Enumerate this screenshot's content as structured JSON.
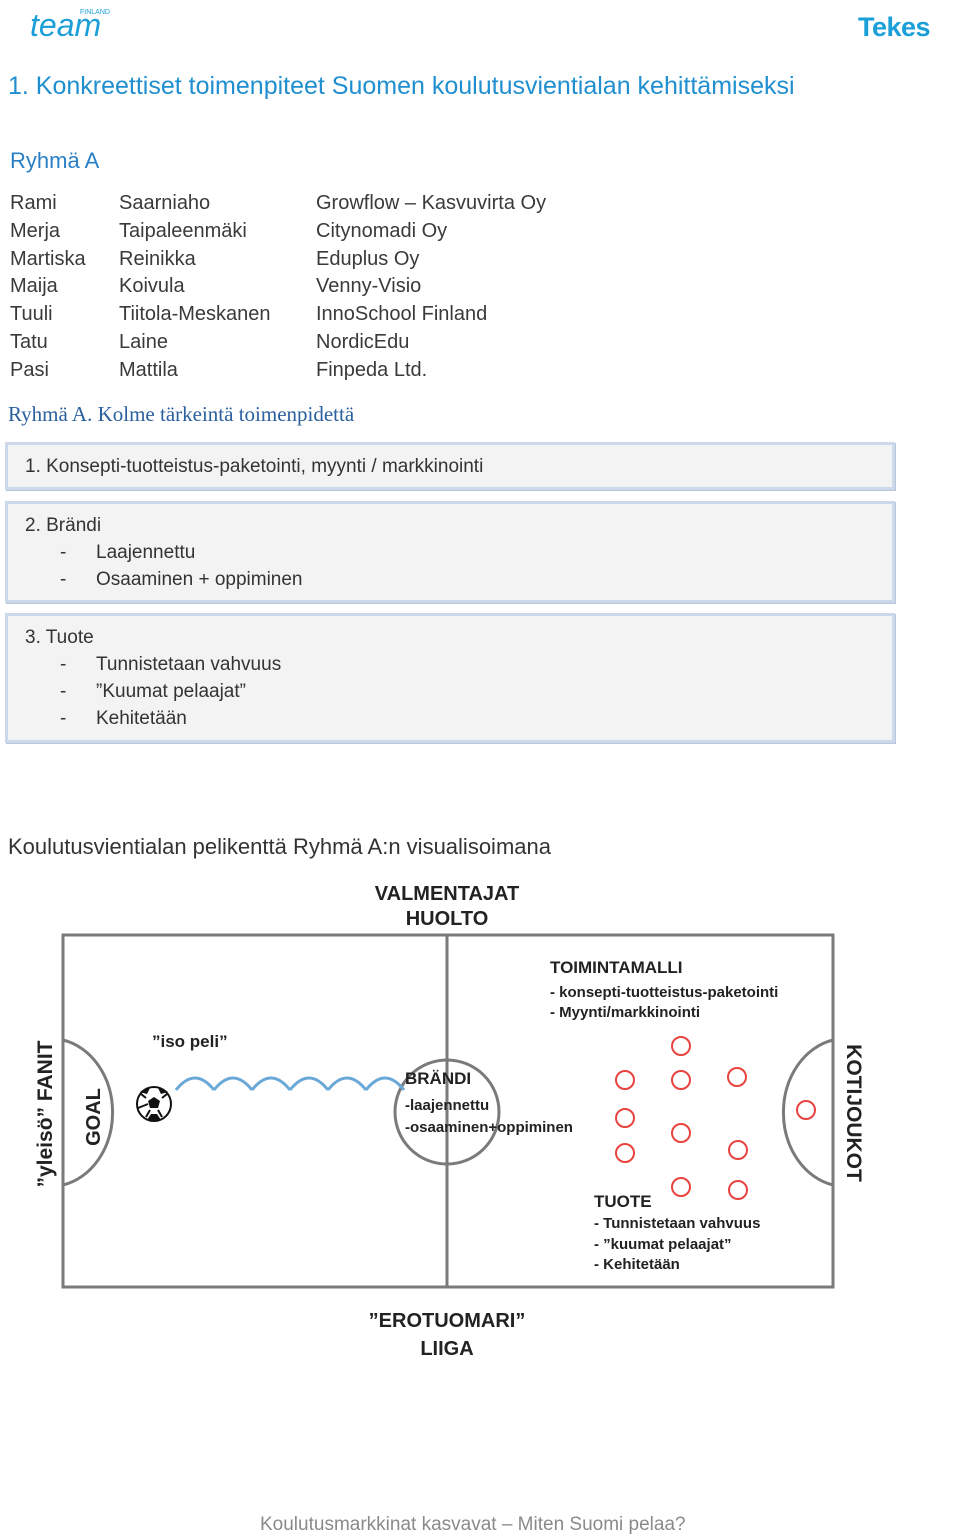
{
  "header": {
    "logo_team": {
      "script": "team",
      "caption": "FINLAND"
    },
    "logo_tekes": "Tekes"
  },
  "title": "1. Konkreettiset toimenpiteet Suomen koulutusvientialan kehittämiseksi",
  "group_heading": "Ryhmä A",
  "members": [
    {
      "first": "Rami",
      "last": "Saarniaho",
      "org": "Growflow – Kasvuvirta Oy"
    },
    {
      "first": "Merja",
      "last": "Taipaleenmäki",
      "org": "Citynomadi Oy"
    },
    {
      "first": "Martiska",
      "last": "Reinikka",
      "org": "Eduplus Oy"
    },
    {
      "first": "Maija",
      "last": "Koivula",
      "org": "Venny-Visio"
    },
    {
      "first": "Tuuli",
      "last": "Tiitola-Meskanen",
      "org": "InnoSchool Finland"
    },
    {
      "first": "Tatu",
      "last": "Laine",
      "org": "NordicEdu"
    },
    {
      "first": "Pasi",
      "last": "Mattila",
      "org": "Finpeda Ltd."
    }
  ],
  "priorities_heading": "Ryhmä A. Kolme tärkeintä toimenpidettä",
  "priorities": [
    {
      "title": "1. Konsepti-tuotteistus-paketointi, myynti / markkinointi",
      "items": []
    },
    {
      "title": "2. Brändi",
      "items": [
        "Laajennettu",
        "Osaaminen + oppiminen"
      ]
    },
    {
      "title": "3. Tuote",
      "items": [
        "Tunnistetaan vahvuus",
        "”Kuumat pelaajat”",
        "Kehitetään"
      ]
    }
  ],
  "bullet": "-",
  "field_heading": "Koulutusvientialan pelikenttä Ryhmä A:n visualisoimana",
  "field": {
    "top_label": [
      "VALMENTAJAT",
      "HUOLTO"
    ],
    "bottom_label": [
      "”EROTUOMARI”",
      "LIIGA"
    ],
    "left_side_label": "”yleisö” FANIT",
    "right_side_label": "KOTIJOUKOT",
    "goal_label": "GOAL",
    "iso_peli": "”iso peli”",
    "brandi": [
      "BRÄNDI",
      "-laajennettu",
      "-osaaminen+oppiminen"
    ],
    "toimintamalli": [
      "TOIMINTAMALLI",
      "- konsepti-tuotteistus-paketointi",
      "- Myynti/markkinointi"
    ],
    "tuote": [
      "TUOTE",
      "- Tunnistetaan vahvuus",
      "- ”kuumat pelaajat”",
      "- Kehitetään"
    ],
    "player_count": 11,
    "colors": {
      "field_line": "#7a7a7a",
      "players": "#e8433f",
      "chain": "#6aa8d8"
    }
  },
  "footer": "Koulutusmarkkinat kasvavat – Miten Suomi pelaa?"
}
